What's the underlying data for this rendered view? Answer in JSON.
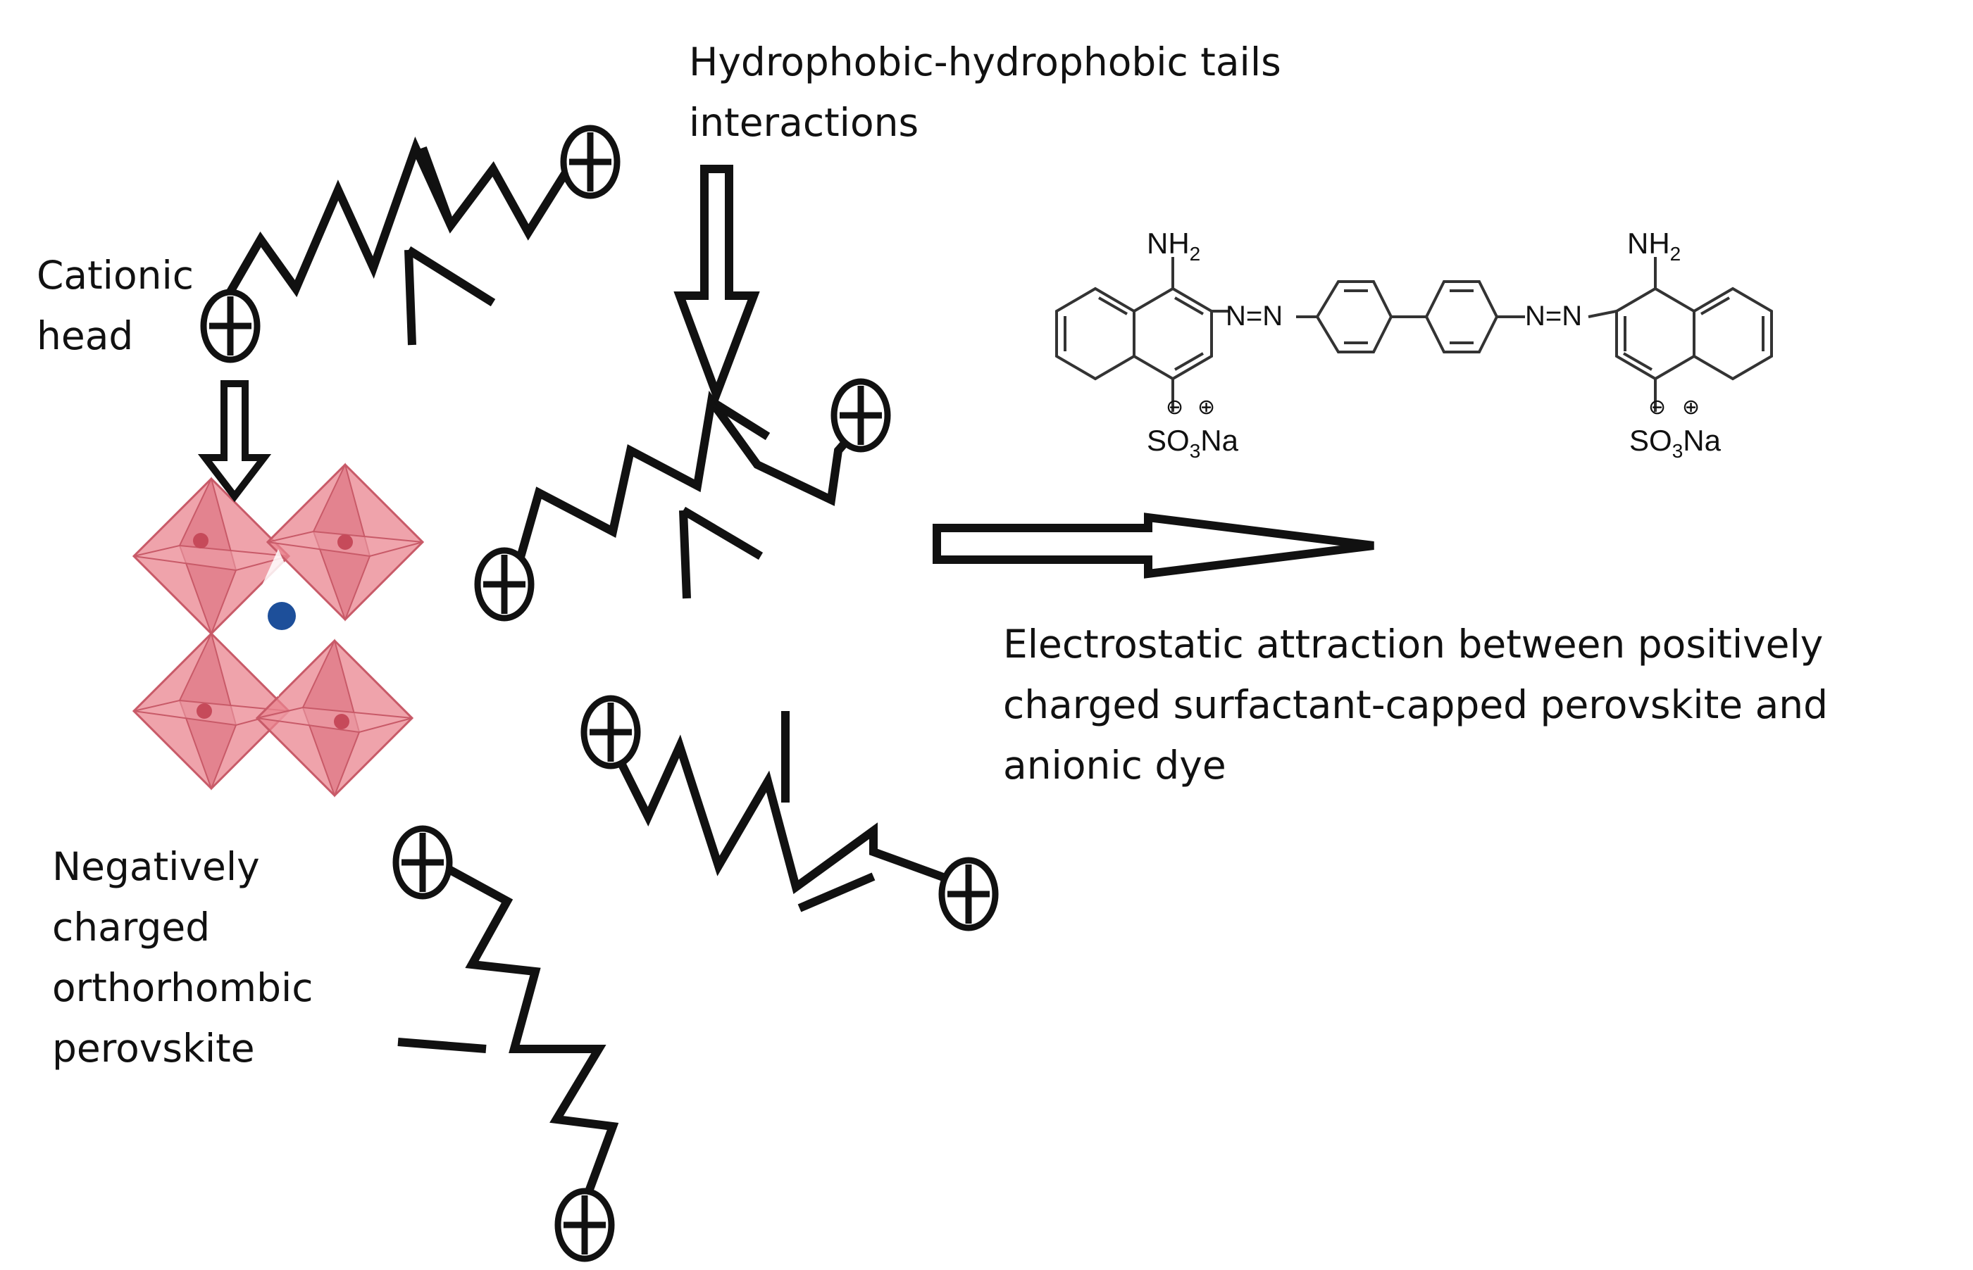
{
  "labels": {
    "tails_line1": "Hydrophobic-hydrophobic tails",
    "tails_line2": "interactions",
    "cationic_line1": "Cationic",
    "cationic_line2": "head",
    "negative_line1": "Negatively",
    "negative_line2": "charged",
    "negative_line3": "orthorhombic",
    "negative_line4": "perovskite",
    "electro_line1": "Electrostatic attraction between positively",
    "electro_line2": "charged surfactant-capped perovskite and",
    "electro_line3": "anionic dye"
  },
  "dye": {
    "nh2": "NH",
    "nh2_sub": "2",
    "azo": "N=N",
    "so3": "SO",
    "so3_sub": "3",
    "na": "Na",
    "minus": "⊖",
    "plus": "⊕"
  },
  "colors": {
    "ink": "#111111",
    "octahedron_fill": "#e9848f",
    "octahedron_edge": "#c85a68",
    "octahedron_inner": "#c64a5a",
    "a_site_atom": "#1d4f9a"
  }
}
